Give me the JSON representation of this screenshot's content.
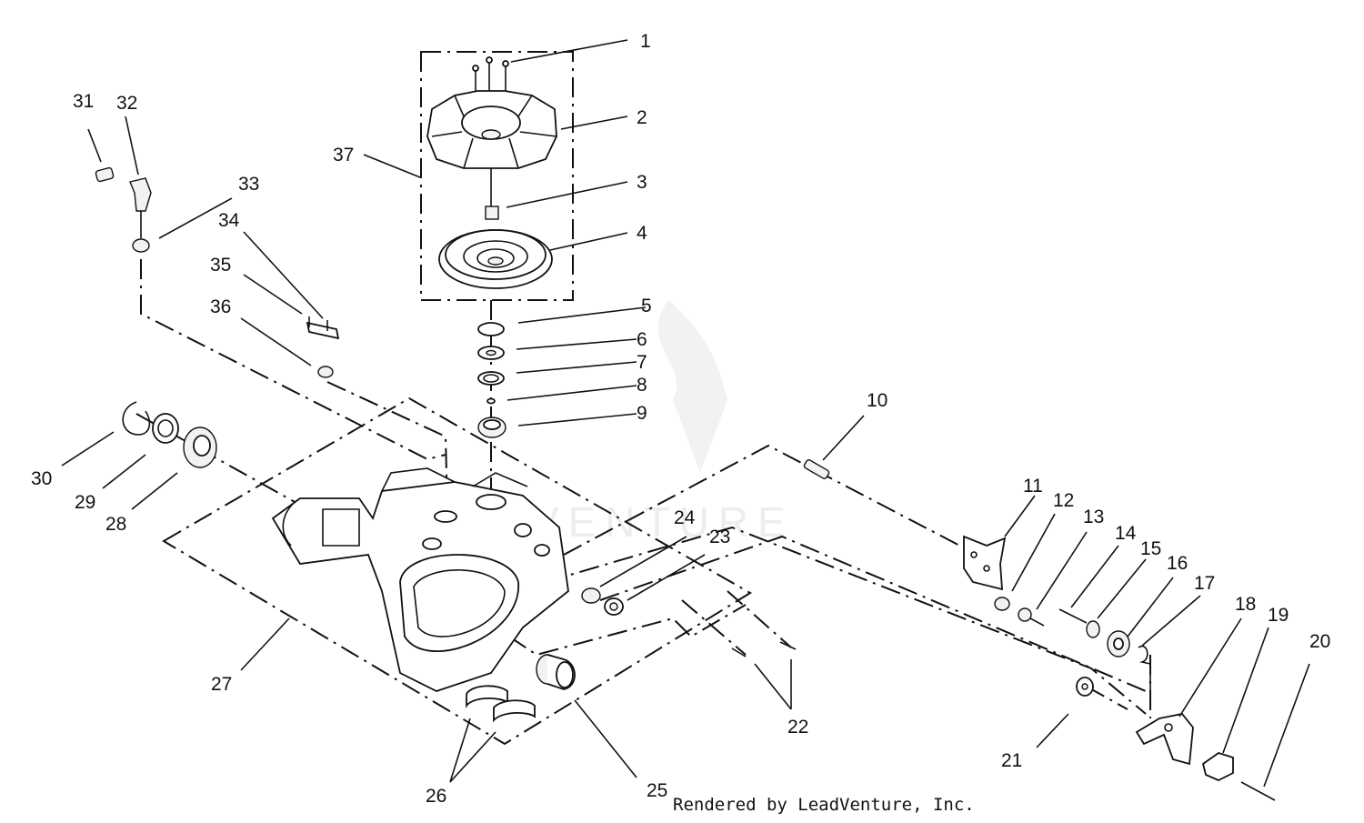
{
  "credit": "Rendered by LeadVenture, Inc.",
  "watermark": "ADVENTURE",
  "callouts": [
    {
      "label": "1"
    },
    {
      "label": "2"
    },
    {
      "label": "3"
    },
    {
      "label": "4"
    },
    {
      "label": "5"
    },
    {
      "label": "6"
    },
    {
      "label": "7"
    },
    {
      "label": "8"
    },
    {
      "label": "9"
    },
    {
      "label": "10"
    },
    {
      "label": "11"
    },
    {
      "label": "12"
    },
    {
      "label": "13"
    },
    {
      "label": "14"
    },
    {
      "label": "15"
    },
    {
      "label": "16"
    },
    {
      "label": "17"
    },
    {
      "label": "18"
    },
    {
      "label": "19"
    },
    {
      "label": "20"
    },
    {
      "label": "21"
    },
    {
      "label": "22"
    },
    {
      "label": "23"
    },
    {
      "label": "24"
    },
    {
      "label": "25"
    },
    {
      "label": "26"
    },
    {
      "label": "27"
    },
    {
      "label": "28"
    },
    {
      "label": "29"
    },
    {
      "label": "30"
    },
    {
      "label": "31"
    },
    {
      "label": "32"
    },
    {
      "label": "33"
    },
    {
      "label": "34"
    },
    {
      "label": "35"
    },
    {
      "label": "36"
    },
    {
      "label": "37"
    }
  ]
}
